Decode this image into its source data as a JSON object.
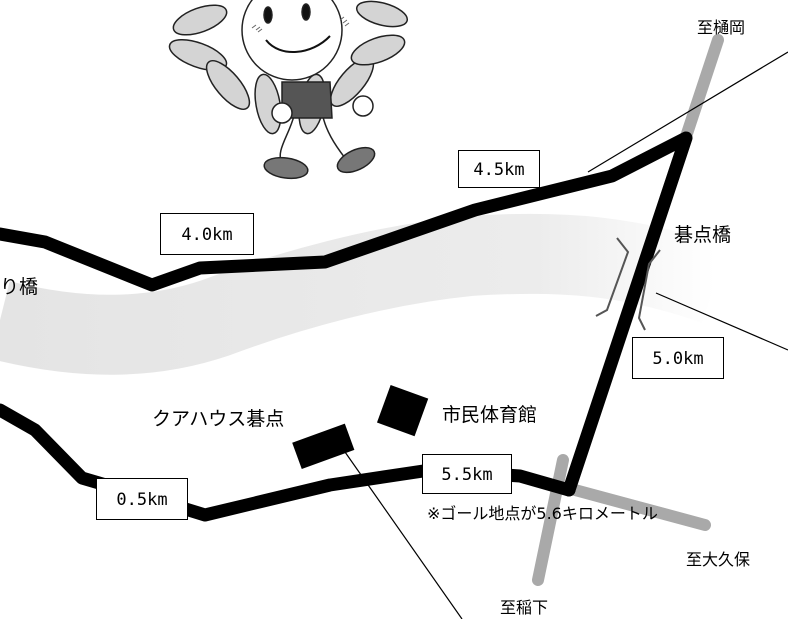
{
  "places": {
    "to_hiokaoka": "至樋岡",
    "kiten_bashi": "碁点橋",
    "tsuri_bashi_partial": "り橋",
    "kurhaus": "クアハウス碁点",
    "city_gym": "市民体育館",
    "to_okubo": "至大久保",
    "to_inashita": "至稲下"
  },
  "distances": {
    "km_0_5": "0.5km",
    "km_4_0": "4.0km",
    "km_4_5": "4.5km",
    "km_5_0": "5.0km",
    "km_5_5": "5.5km"
  },
  "note": "※ゴール地点が5.6キロメートル",
  "colors": {
    "route": "#000000",
    "side_road": "#a9a9a9",
    "river": "#e6e6e6",
    "building": "#000000",
    "mascot_petal": "#d4d4d4",
    "mascot_shoe": "#777777"
  },
  "icons": {
    "mascot": "sunflower-mascot-icon",
    "building": "building-block-icon",
    "bridge": "bridge-bracket-icon"
  }
}
